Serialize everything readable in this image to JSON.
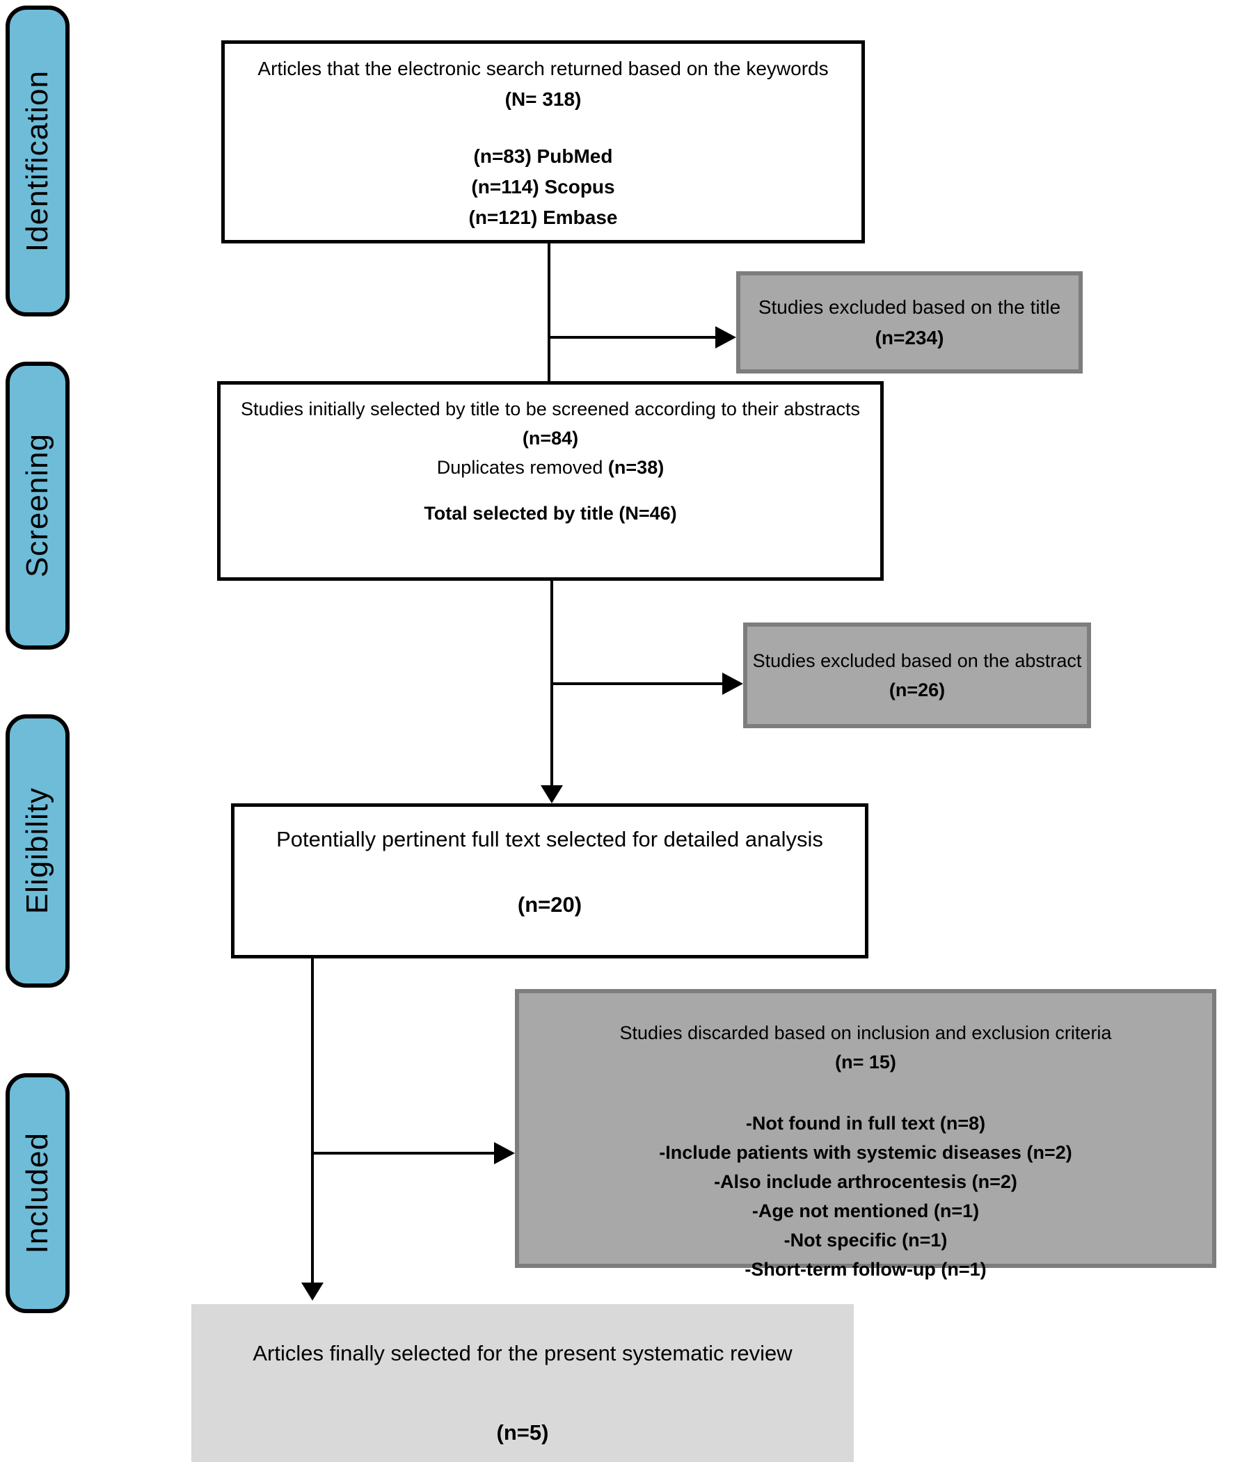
{
  "palette": {
    "stage_blue": "#6ebcd8",
    "exclusion_gray_fill": "#a8a8a8",
    "exclusion_gray_border": "#7d7d7d",
    "final_box_gray": "#d9d9d9",
    "line_black": "#000000"
  },
  "stages": [
    {
      "label": "Identification"
    },
    {
      "label": "Screening"
    },
    {
      "label": "Eligibility"
    },
    {
      "label": "Included"
    }
  ],
  "boxes": {
    "search": {
      "line1_pre": "Articles that the electronic search returned based on the keywords ",
      "line1_bold": "(N= 318)",
      "sources": [
        "(n=83) PubMed",
        "(n=114) Scopus",
        "(n=121) Embase"
      ]
    },
    "excluded_title": {
      "text": "Studies excluded based on the title",
      "count": "(n=234)"
    },
    "screened": {
      "line1": "Studies initially selected by title to be screened according to their abstracts",
      "count": "(n=84)",
      "dup_pre": "Duplicates removed ",
      "dup_bold": "(n=38)",
      "total": "Total selected by title (N=46)"
    },
    "excluded_abstract": {
      "text": "Studies excluded based on the abstract",
      "count": "(n=26)"
    },
    "fulltext": {
      "line1": "Potentially pertinent full text selected for detailed analysis",
      "count": "(n=20)"
    },
    "discarded": {
      "title": "Studies discarded based on inclusion and exclusion criteria",
      "count": "(n= 15)",
      "reasons": [
        "-Not found in full text  (n=8)",
        "-Include patients with systemic diseases (n=2)",
        "-Also include arthrocentesis (n=2)",
        "-Age not mentioned (n=1)",
        "-Not specific (n=1)",
        "-Short-term follow-up (n=1)"
      ]
    },
    "final": {
      "line1": "Articles finally selected for the present systematic review",
      "count": "(n=5)"
    }
  }
}
